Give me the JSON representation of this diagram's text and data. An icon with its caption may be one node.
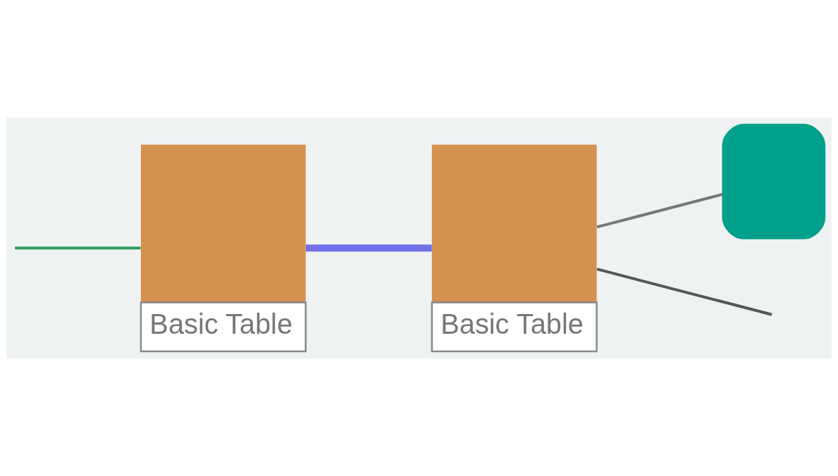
{
  "diagram": {
    "nodes": [
      {
        "text": [
          "Basic Table"
        ]
      },
      {
        "text": [
          "Basic Table"
        ]
      },
      {
        "text": [],
        "shape": "box"
      }
    ],
    "edges": [
      {
        "from": null,
        "to": 0,
        "arrow": "none",
        "color": "#2e9e5e"
      },
      {
        "from": 0,
        "to": 1,
        "arrow": "none",
        "style": "thick",
        "color": "#7070e8"
      },
      {
        "from": 1,
        "to": 2,
        "arrow": "none",
        "color": "#777777"
      },
      {
        "from": 1,
        "to": null,
        "arrow": "none",
        "color": "#555555"
      }
    ]
  }
}
